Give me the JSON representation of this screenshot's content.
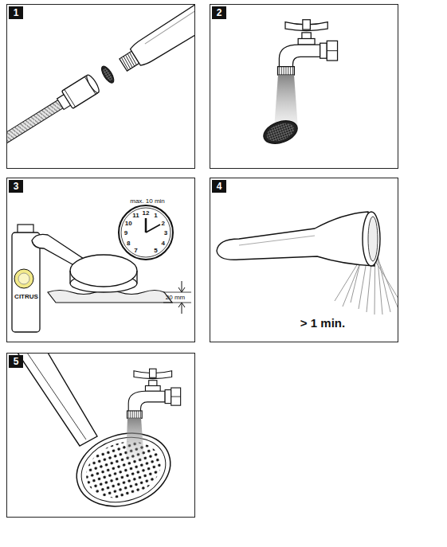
{
  "diagram": {
    "nodes": [
      {
        "text": [
          "1"
        ]
      },
      {
        "text": [
          "2"
        ]
      },
      {
        "text": [
          "3"
        ]
      },
      {
        "text": [
          "4"
        ]
      },
      {
        "text": [
          "5"
        ]
      }
    ],
    "labels": [
      "CITRUS",
      "max. 10 min",
      "20 mm",
      "> 1 min.",
      "12",
      "1",
      "2",
      "3",
      "4",
      "5",
      "7",
      "8",
      "9",
      "10",
      "11"
    ]
  }
}
